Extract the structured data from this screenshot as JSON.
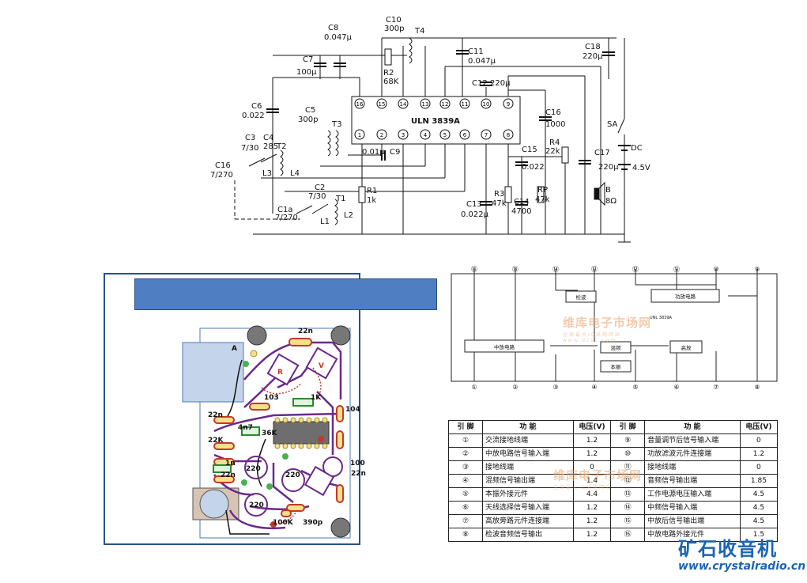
{
  "schematic": {
    "ic_label": "ULN 3839A",
    "pins_top": [
      "16",
      "15",
      "14",
      "13",
      "12",
      "11",
      "10",
      "9"
    ],
    "pins_bottom": [
      "1",
      "2",
      "3",
      "4",
      "5",
      "6",
      "7",
      "8"
    ],
    "components": {
      "c8": "C8",
      "c8v": "0.047μ",
      "c7": "C7",
      "c7v": "100μ",
      "c10": "C10",
      "c10v": "300p",
      "t4": "T4",
      "r2": "R2",
      "r2v": "68K",
      "c11": "C11",
      "c11v": "0.047μ",
      "c18": "C18",
      "c18v": "220μ",
      "c12": "C12",
      "c12v": "220μ",
      "c6": "C6",
      "c6v": "0.022",
      "c5": "C5",
      "c5v": "300p",
      "t3": "T3",
      "c16b": "C16",
      "c16bv": "1000",
      "sa": "SA",
      "c3": "C3",
      "c3v": "7/30",
      "c4": "C4",
      "c4v": "285",
      "t2": "T2",
      "c16": "C16",
      "c16v": "7/270",
      "l3": "L3",
      "l4": "L4",
      "c9v": "0.01μ",
      "c9": "C9",
      "c15": "C15",
      "c15v": "0.022",
      "r4": "R4",
      "r4v": "22k",
      "c17": "C17",
      "c17v": "220μ",
      "dc": "DC",
      "dcv": "4.5V",
      "c2": "C2",
      "c2v": "7/30",
      "t1": "T1",
      "r1": "R1",
      "r1v": "1k",
      "c1a": "C1a",
      "c1av": "7/270",
      "l1": "L1",
      "l2": "L2",
      "c13": "C13",
      "c13v": "0.022μ",
      "r3": "R3",
      "r3v": "47k",
      "c14": "C14",
      "c14v": "4700",
      "rp": "RP",
      "rpv": "47k",
      "b": "B",
      "bv": "8Ω"
    }
  },
  "pcb": {
    "labels": [
      "22n",
      "A",
      "R",
      "V",
      "103",
      "1K",
      "104",
      "22n",
      "4n7",
      "36K",
      "22K",
      "1n",
      "22n",
      "220",
      "220",
      "220",
      "100",
      "22n",
      "100K",
      "390p"
    ]
  },
  "block_diagram": {
    "top_pins": [
      "⑯",
      "⑮",
      "⑭",
      "⑬",
      "⑫",
      "⑪",
      "⑩",
      "⑨"
    ],
    "bottom_pins": [
      "①",
      "②",
      "③",
      "④",
      "⑤",
      "⑥",
      "⑦",
      "⑧"
    ],
    "blocks": {
      "detector": "检波",
      "power_amp": "功放电路",
      "if_amp": "中放电路",
      "mixer": "混频",
      "hf_amp": "高放",
      "local_osc": "本振"
    },
    "chip": "UNL 3839A"
  },
  "pin_table": {
    "headers": [
      "引 脚",
      "功 能",
      "电压(V)",
      "引 脚",
      "功 能",
      "电压(V)"
    ],
    "rows": [
      [
        "①",
        "交流接地线端",
        "1.2",
        "⑨",
        "音量调节后信号输入端",
        "0"
      ],
      [
        "②",
        "中放电路信号输入端",
        "1.2",
        "⑩",
        "功放滤波元件连接端",
        "1.2"
      ],
      [
        "③",
        "接地线端",
        "0",
        "⑪",
        "接地线端",
        "0"
      ],
      [
        "④",
        "混频信号输出端",
        "1.4",
        "⑫",
        "音频信号输出端",
        "1.85"
      ],
      [
        "⑤",
        "本振外接元件",
        "4.4",
        "⑬",
        "工作电源电压输入端",
        "4.5"
      ],
      [
        "⑥",
        "天线选择信号输入端",
        "1.2",
        "⑭",
        "中频信号输入端",
        "4.5"
      ],
      [
        "⑦",
        "高放旁路元件连接端",
        "1.2",
        "⑮",
        "中放后信号输出端",
        "4.5"
      ],
      [
        "⑧",
        "检波音频信号输出",
        "1.2",
        "⑯",
        "中放电路外接元件",
        "1.5"
      ]
    ]
  },
  "watermarks": {
    "brand": "维库电子市场网",
    "slogan": "全球最大IC采购网站",
    "domain": "www.dzsc.com",
    "brand2": "维库电子市场网",
    "slogan2": "全球最大IC采购网站"
  },
  "logo": {
    "name": "矿石收音机",
    "url": "www.crystalradio.cn"
  },
  "colors": {
    "banner_blue": "#4f7fc2",
    "frame_blue": "#2a5090",
    "logo_blue": "#1a64b4",
    "trace_purple": "#6a2a8a",
    "component_red": "#c0392b"
  }
}
